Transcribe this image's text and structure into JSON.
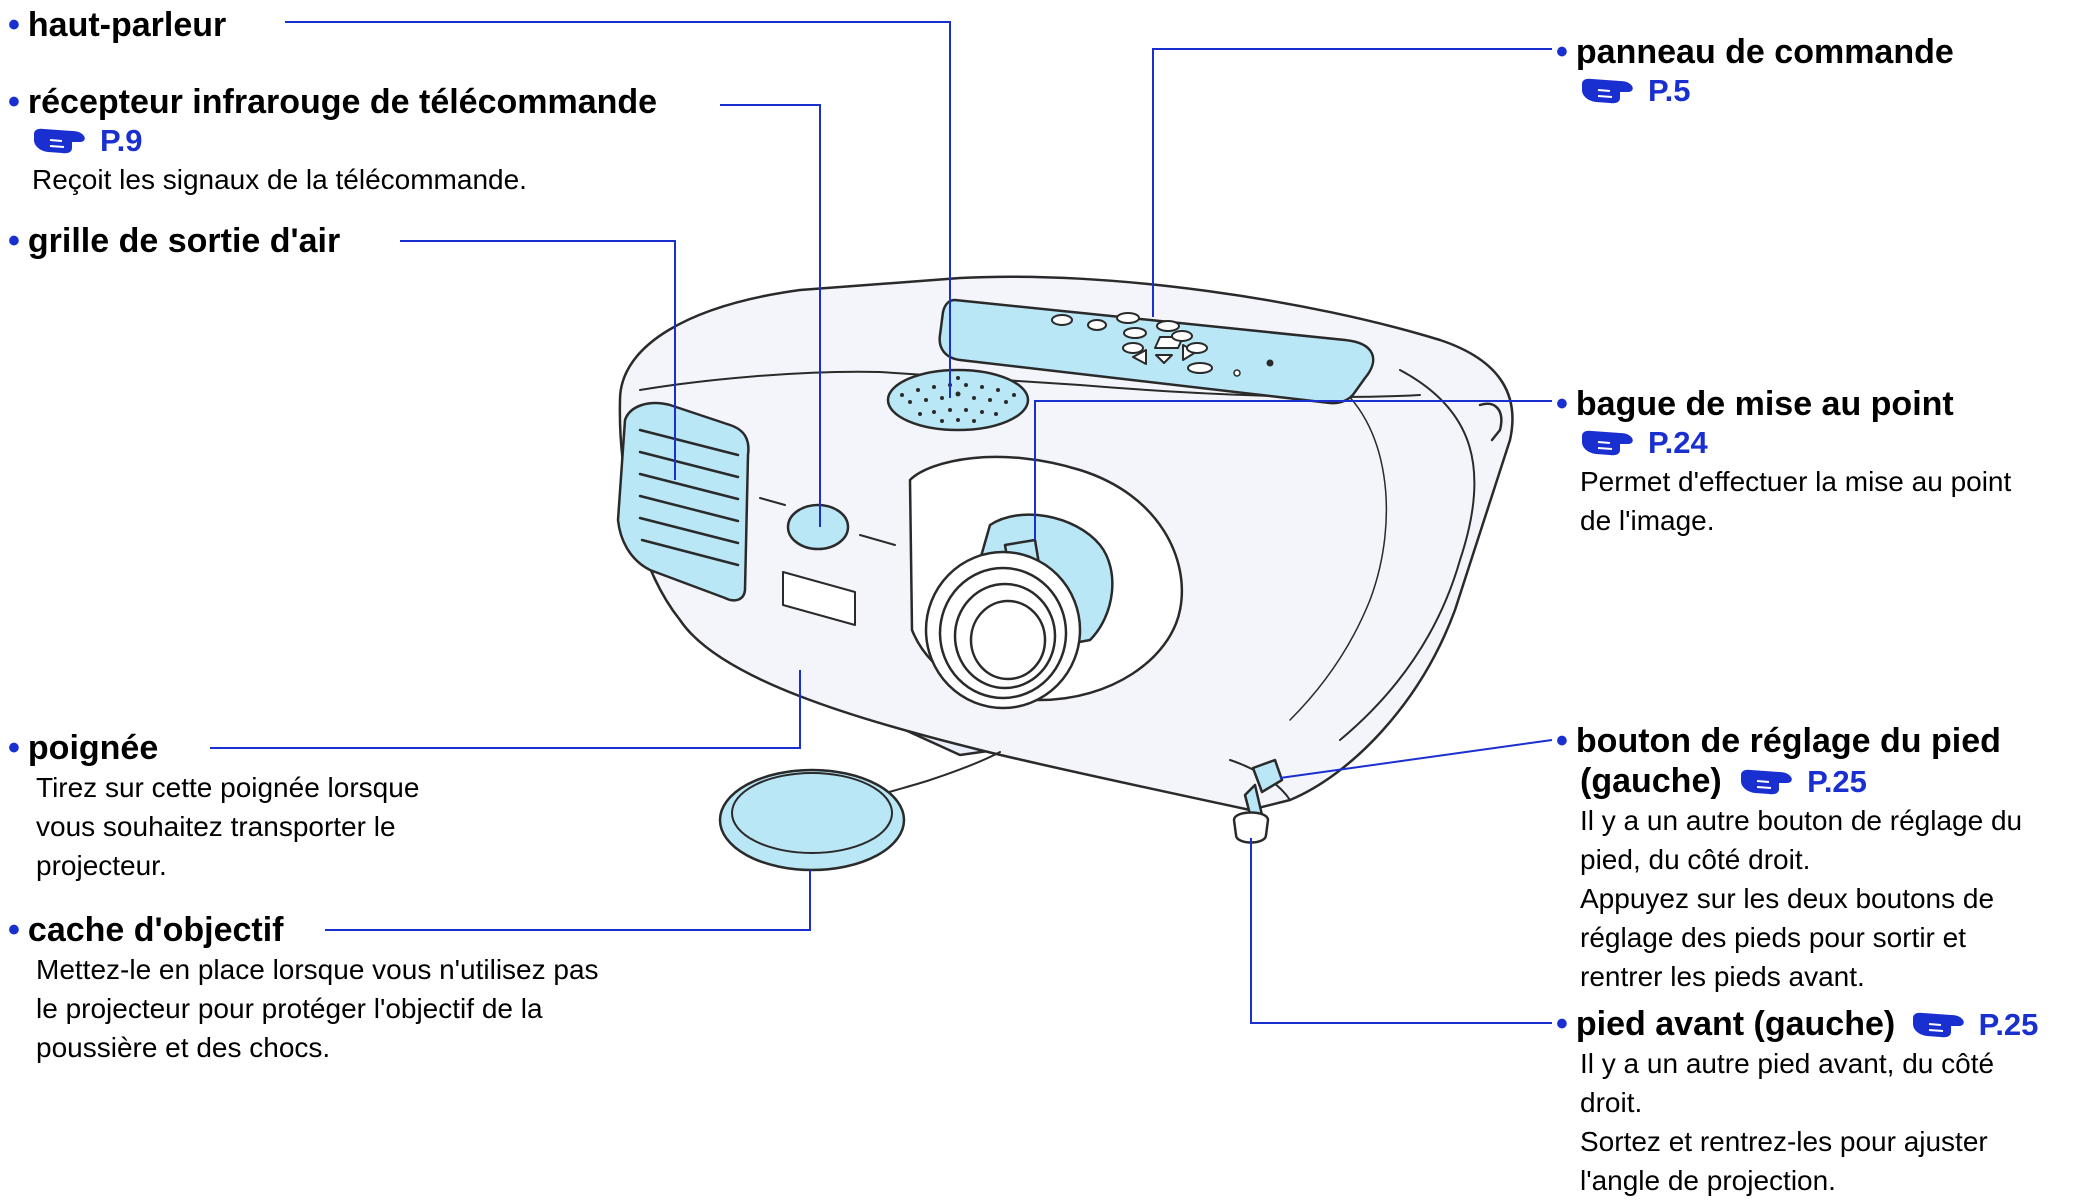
{
  "accent_color": "#1a2fd0",
  "highlight_color": "#b9e7f5",
  "reference_icon": "pointing-hand-icon",
  "labels": {
    "haut_parleur": {
      "title": "haut-parleur"
    },
    "recepteur": {
      "title": "récepteur infrarouge de télécommande",
      "ref": "P.9",
      "desc": [
        "Reçoit les signaux de la télécommande."
      ]
    },
    "grille": {
      "title": "grille de sortie d'air"
    },
    "poignee": {
      "title": "poignée",
      "desc": [
        "Tirez sur cette poignée lorsque",
        "vous souhaitez transporter le",
        "projecteur."
      ]
    },
    "cache": {
      "title": "cache d'objectif",
      "desc": [
        "Mettez-le en place lorsque vous n'utilisez pas",
        "le projecteur pour protéger l'objectif de la",
        "poussière et des chocs."
      ]
    },
    "panneau": {
      "title": "panneau de commande",
      "ref": "P.5"
    },
    "bague": {
      "title": "bague de mise au point",
      "ref": "P.24",
      "desc": [
        "Permet d'effectuer la mise au point",
        "de l'image."
      ]
    },
    "bouton": {
      "title": "bouton de réglage du pied",
      "title_line2": "(gauche)",
      "ref": "P.25",
      "desc": [
        "Il y a un autre bouton de réglage du",
        "pied, du côté droit.",
        "Appuyez sur les deux boutons de",
        "réglage des pieds pour sortir et",
        "rentrer les pieds avant."
      ]
    },
    "pied": {
      "title": "pied avant (gauche)",
      "ref": "P.25",
      "desc": [
        "Il y a un autre pied avant, du côté",
        "droit.",
        "Sortez et rentrez-les pour ajuster",
        "l'angle de projection."
      ]
    }
  }
}
